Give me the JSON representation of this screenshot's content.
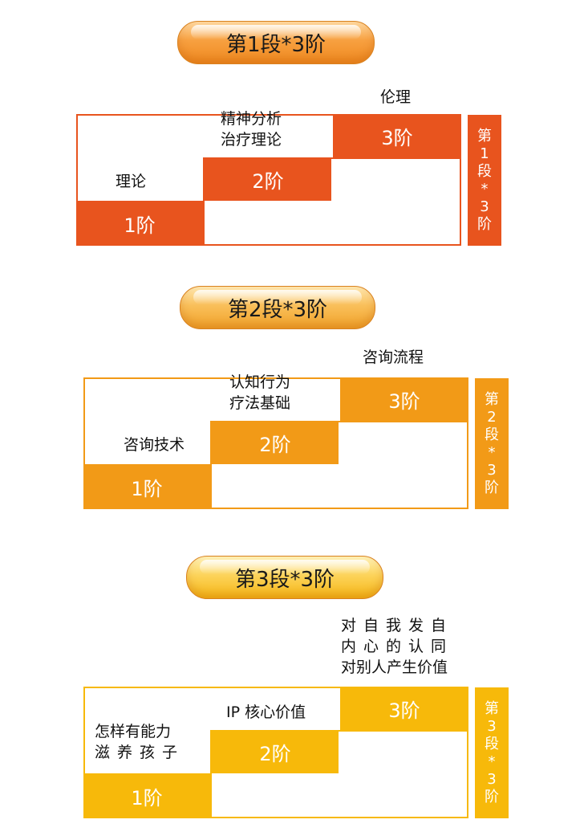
{
  "colors": {
    "stage1": "#e8541e",
    "stage2": "#f29a17",
    "stage3": "#f7b90a"
  },
  "stages": [
    {
      "title": "第1段*3阶",
      "steps": [
        {
          "block": "1阶",
          "label_lines": [
            "理论"
          ]
        },
        {
          "block": "2阶",
          "label_lines": [
            "精神分析",
            "治疗理论"
          ]
        },
        {
          "block": "3阶",
          "label_lines": [
            "伦理"
          ]
        }
      ],
      "side_chars": [
        "第",
        "1",
        "段",
        "*",
        "3",
        "阶"
      ]
    },
    {
      "title": "第2段*3阶",
      "steps": [
        {
          "block": "1阶",
          "label_lines": [
            "咨询技术"
          ]
        },
        {
          "block": "2阶",
          "label_lines": [
            "认知行为",
            "疗法基础"
          ]
        },
        {
          "block": "3阶",
          "label_lines": [
            "咨询流程"
          ]
        }
      ],
      "side_chars": [
        "第",
        "2",
        "段",
        "*",
        "3",
        "阶"
      ]
    },
    {
      "title": "第3段*3阶",
      "steps": [
        {
          "block": "1阶",
          "label_lines": [
            "怎样有能力",
            "滋养孩子"
          ]
        },
        {
          "block": "2阶",
          "label_lines": [
            "IP 核心价值"
          ]
        },
        {
          "block": "3阶",
          "label_lines": [
            "对自我发自",
            "内心的认同",
            "对别人产生价值"
          ]
        }
      ],
      "side_chars": [
        "第",
        "3",
        "段",
        "*",
        "3",
        "阶"
      ]
    }
  ]
}
